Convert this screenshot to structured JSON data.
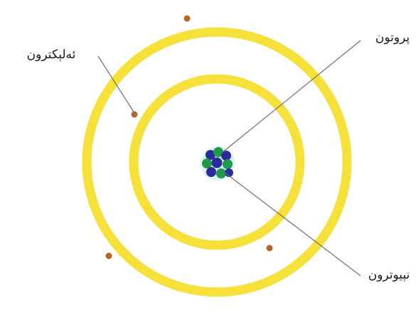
{
  "labels": {
    "electron": "ئەلېكترون",
    "proton": "پروتون",
    "neutron": "نېيوترون"
  },
  "colors": {
    "orbit": "#F5E13A",
    "electron": "#B5642A",
    "proton": "#1F9A4A",
    "neutron": "#2A2A9A",
    "leader_line": "#707070",
    "text": "#1a1a1a"
  }
}
